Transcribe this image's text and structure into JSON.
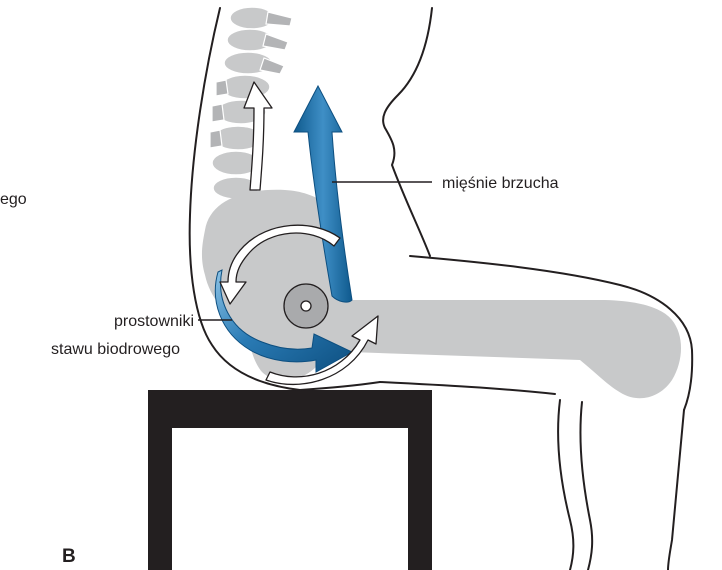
{
  "panel_letter": "B",
  "labels": {
    "cropped_left": "ego",
    "abdominal_muscles": "mięśnie brzucha",
    "hip_extensors_line1": "prostowniki",
    "hip_extensors_line2": "stawu biodrowego"
  },
  "colors": {
    "muscle_blue": "#1b6fa8",
    "muscle_blue_light": "#6fb1db",
    "bone_grey": "#c8c9ca",
    "chair_black": "#231f20"
  }
}
